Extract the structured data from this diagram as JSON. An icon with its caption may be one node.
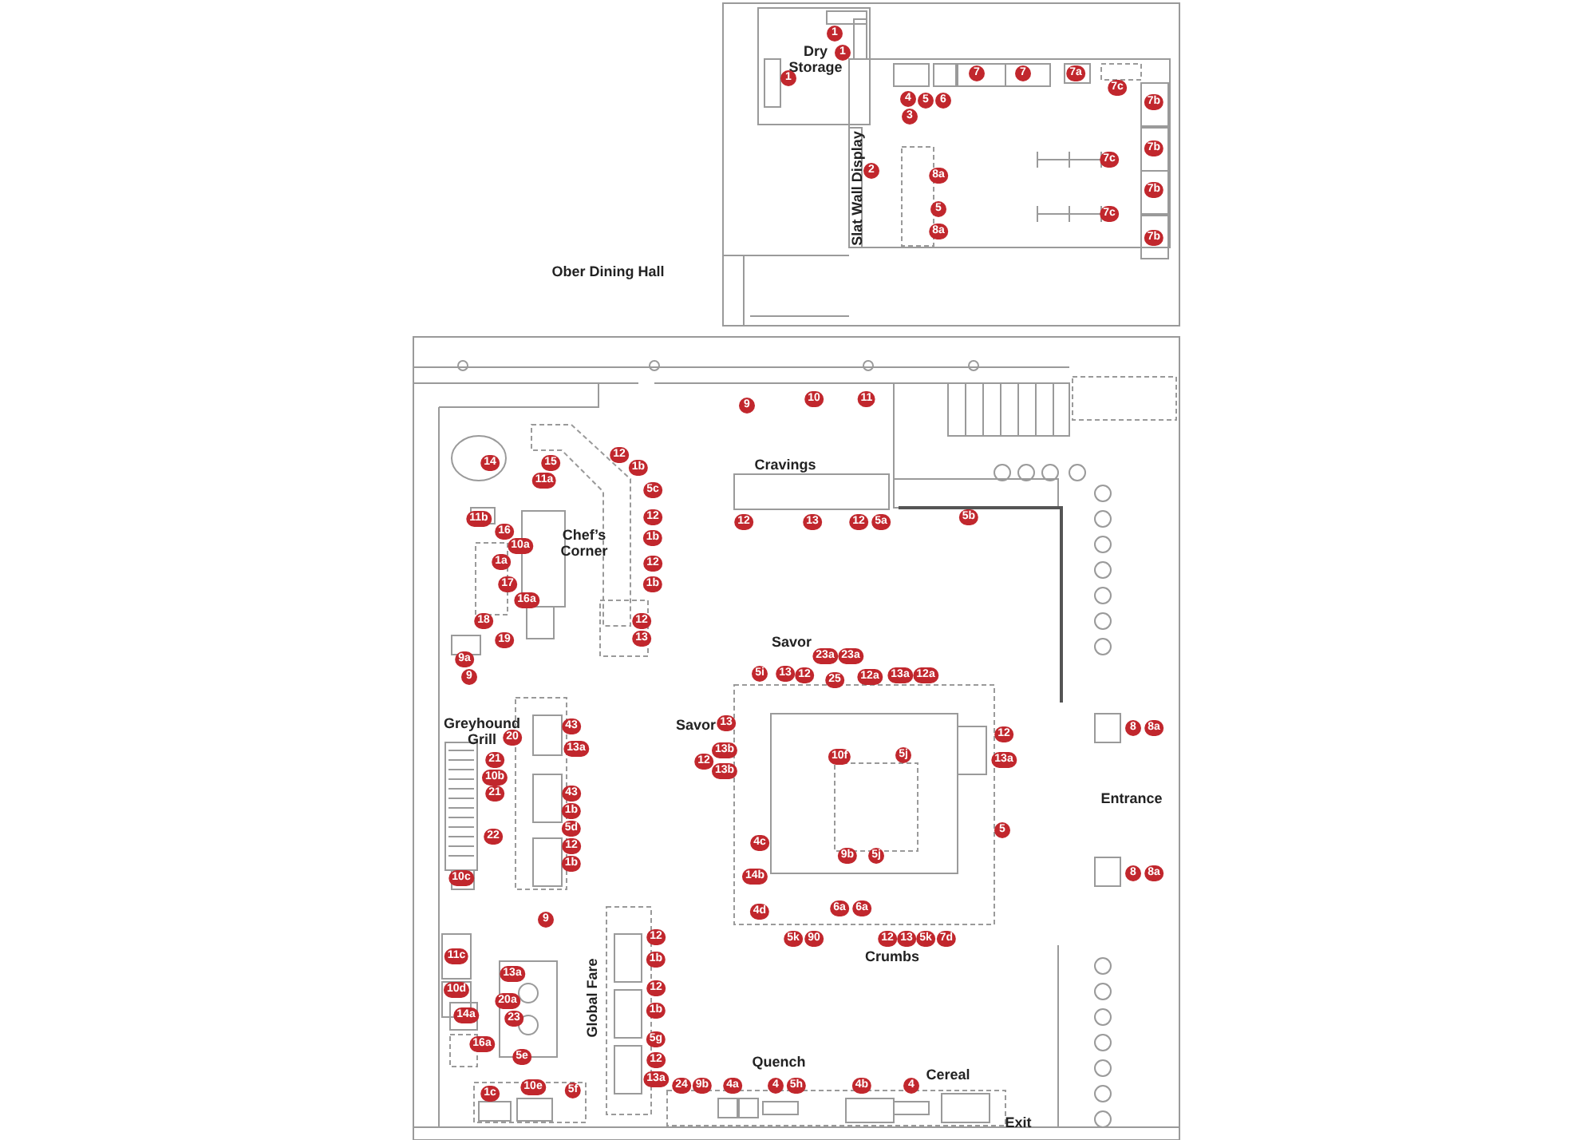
{
  "diagram": {
    "labels": [
      "1",
      "1",
      "Dry Storage",
      "7",
      "7",
      "7a",
      "1",
      "7c",
      "4",
      "5",
      "6",
      "7b",
      "3",
      "7b",
      "7c",
      "2",
      "8a",
      "Slat Wall Display",
      "7b",
      "5",
      "7c",
      "8a",
      "7b",
      "Ober Dining Hall",
      "10",
      "11",
      "9",
      "14",
      "15",
      "12",
      "1b",
      "Cravings",
      "11a",
      "5c",
      "11b",
      "12",
      "12",
      "13",
      "12",
      "5a",
      "5b",
      "16",
      "10a",
      "Chef’s Corner",
      "1b",
      "1a",
      "12",
      "17",
      "1b",
      "16a",
      "18",
      "12",
      "19",
      "13",
      "Savor",
      "9a",
      "23a",
      "23a",
      "9",
      "5i",
      "13",
      "12",
      "25",
      "12a",
      "13a",
      "12a",
      "Greyhound Grill",
      "20",
      "43",
      "Savor",
      "13",
      "12",
      "8",
      "8a",
      "21",
      "13a",
      "12",
      "13b",
      "10f",
      "5j",
      "13a",
      "10b",
      "13b",
      "21",
      "43",
      "1b",
      "Entrance",
      "22",
      "5d",
      "12",
      "4c",
      "5",
      "1b",
      "9b",
      "5j",
      "10c",
      "14b",
      "8",
      "8a",
      "9",
      "4d",
      "6a",
      "6a",
      "12",
      "5k",
      "90",
      "12",
      "13",
      "5k",
      "7d",
      "11c",
      "1b",
      "Crumbs",
      "13a",
      "10d",
      "20a",
      "Global Fare",
      "12",
      "14a",
      "23",
      "1b",
      "16a",
      "5g",
      "5e",
      "12",
      "Quench",
      "1c",
      "10e",
      "5f",
      "13a",
      "24",
      "9b",
      "4a",
      "4",
      "5h",
      "4b",
      "4",
      "Cereal",
      "Exit"
    ]
  }
}
